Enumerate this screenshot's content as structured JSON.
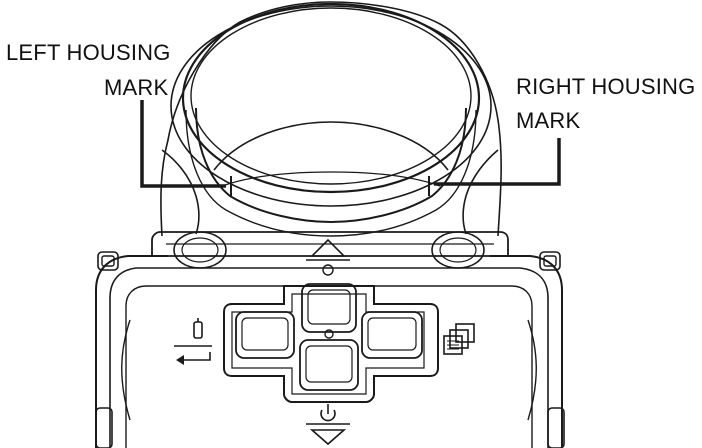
{
  "labels": {
    "left_housing_mark": [
      "LEFT HOUSING",
      "MARK"
    ],
    "right_housing_mark": [
      "RIGHT HOUSING",
      "MARK"
    ]
  },
  "icons": {
    "up_arrow": "up-arrow-icon",
    "down_arrow": "down-arrow-icon",
    "power": "power-icon",
    "settings": "settings-enter-icon",
    "gallery": "gallery-stack-icon"
  },
  "colors": {
    "line": "#1a1a1a",
    "background": "#ffffff"
  }
}
